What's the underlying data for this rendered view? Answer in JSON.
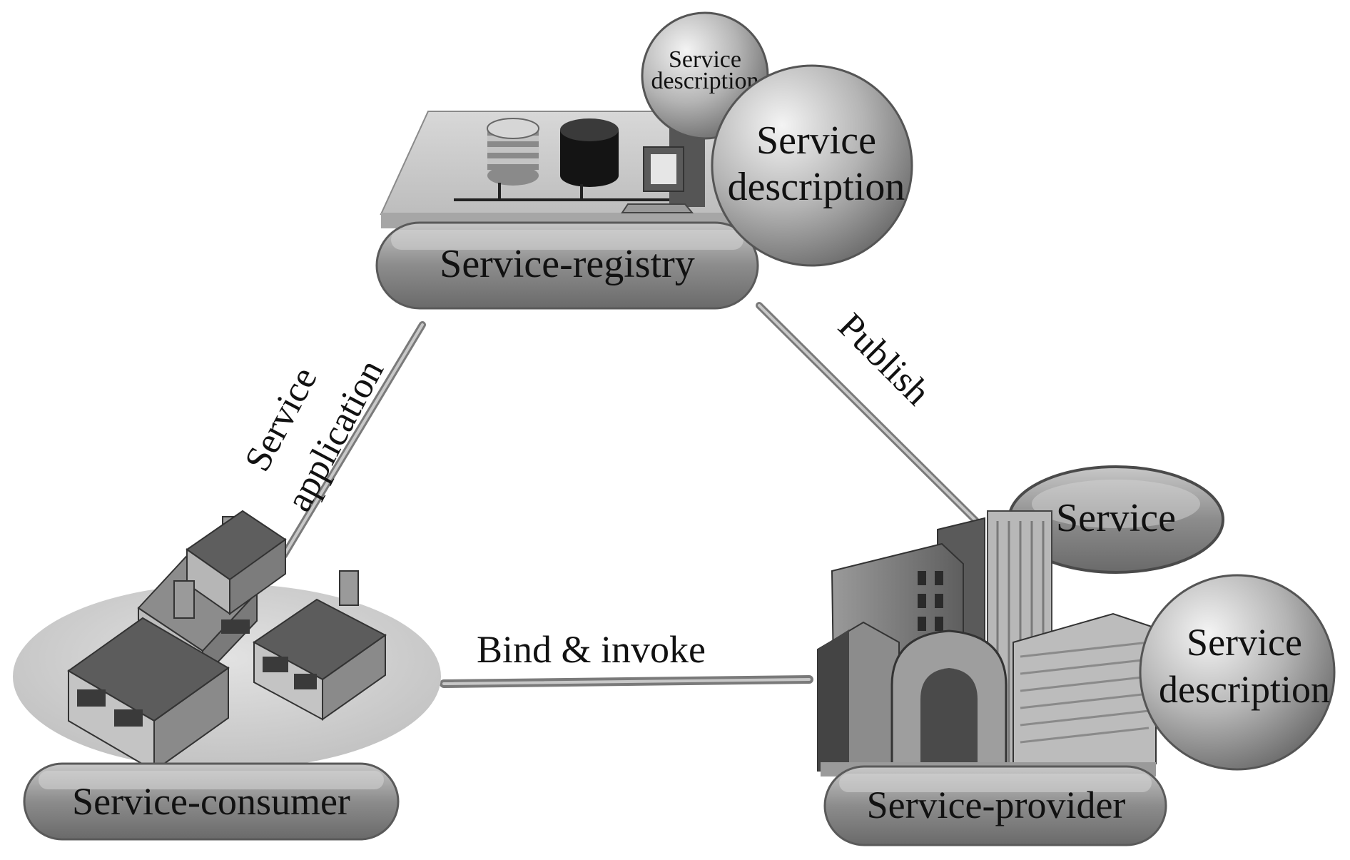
{
  "nodes": {
    "registry": {
      "label": "Service-registry",
      "small_sphere_label_line1": "Service",
      "small_sphere_label_line2": "description",
      "large_sphere_label_line1": "Service",
      "large_sphere_label_line2": "description"
    },
    "consumer": {
      "label": "Service-consumer"
    },
    "provider": {
      "label": "Service-provider",
      "service_label": "Service",
      "sphere_label_line1": "Service",
      "sphere_label_line2": "description"
    }
  },
  "edges": {
    "service_application_line1": "Service",
    "service_application_line2": "application",
    "publish": "Publish",
    "bind_invoke": "Bind & invoke"
  },
  "colors": {
    "pill": "#8e8e8e",
    "line": "#9a9a9a",
    "sphere": "#a8a8a8"
  }
}
